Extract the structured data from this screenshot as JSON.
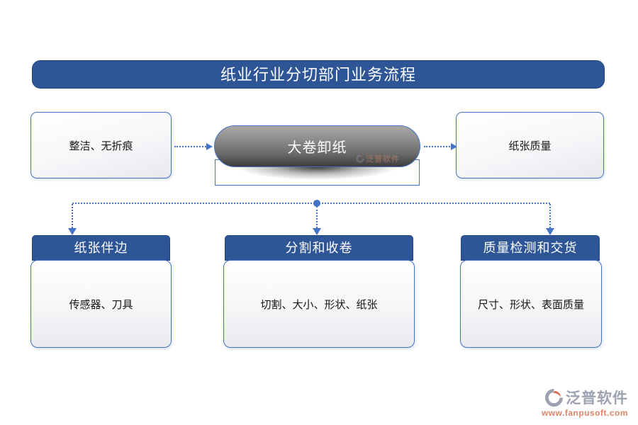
{
  "title": "纸业行业分切部门业务流程",
  "top_row": {
    "left_box_label": "整洁、无折痕",
    "center_capsule_label": "大卷卸纸",
    "right_box_label": "纸张质量"
  },
  "sections": [
    {
      "header": "纸张伴边",
      "body": "传感器、刀具"
    },
    {
      "header": "分割和收卷",
      "body": "切割、大小、形状、纸张"
    },
    {
      "header": "质量检测和交货",
      "body": "尺寸、形状、表面质量"
    }
  ],
  "watermark": {
    "brand": "泛普软件",
    "url": "www.fanpusoft.com",
    "capsule_faint_brand": "泛普软件"
  },
  "icons": {
    "fanpu_logo": "fanpu-logo-icon"
  },
  "colors": {
    "primary_blue": "#2E5697",
    "connector_blue": "#4472C4",
    "capsule_gray_top": "#A9A9A9",
    "capsule_gray_bottom": "#3C3C3C",
    "watermark_gray": "#9EA1B2",
    "watermark_orange": "#E08366"
  }
}
